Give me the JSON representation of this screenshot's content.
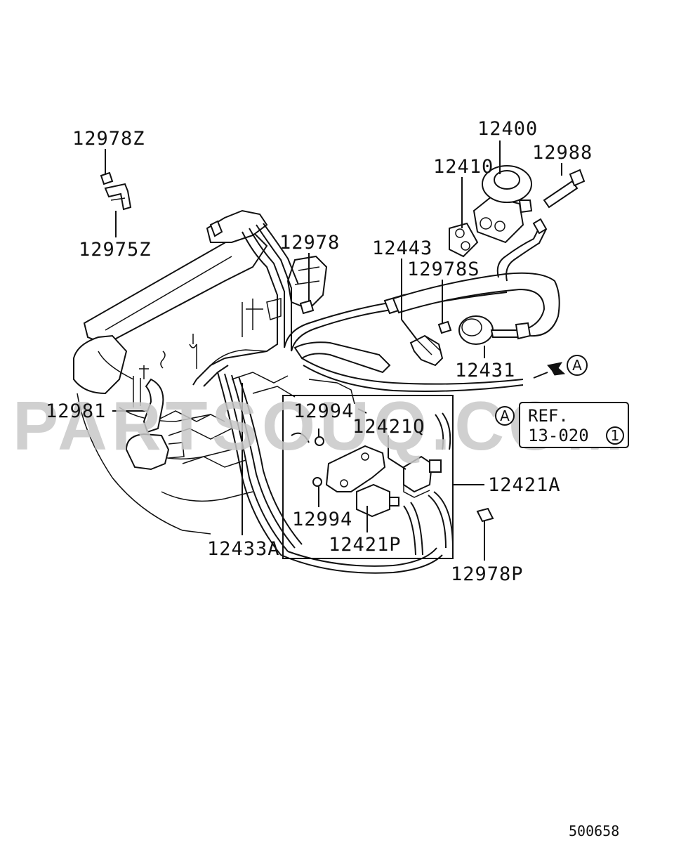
{
  "watermark": "PARTSOUQ.COM",
  "diagram_id": "500658",
  "labels": {
    "l12978Z": "12978Z",
    "l12975Z": "12975Z",
    "l12978": "12978",
    "l12400": "12400",
    "l12988": "12988",
    "l12410": "12410",
    "l12443": "12443",
    "l12978S": "12978S",
    "l12431": "12431",
    "l12981": "12981",
    "l12994a": "12994",
    "l12421Q": "12421Q",
    "l12421A": "12421A",
    "l12994b": "12994",
    "l12421P": "12421P",
    "l12433A": "12433A",
    "l12978P": "12978P"
  },
  "ref_marker": "A",
  "ref_box": {
    "marker": "A",
    "line1": "REF.",
    "line2": "13-020",
    "circled_num": "1"
  }
}
